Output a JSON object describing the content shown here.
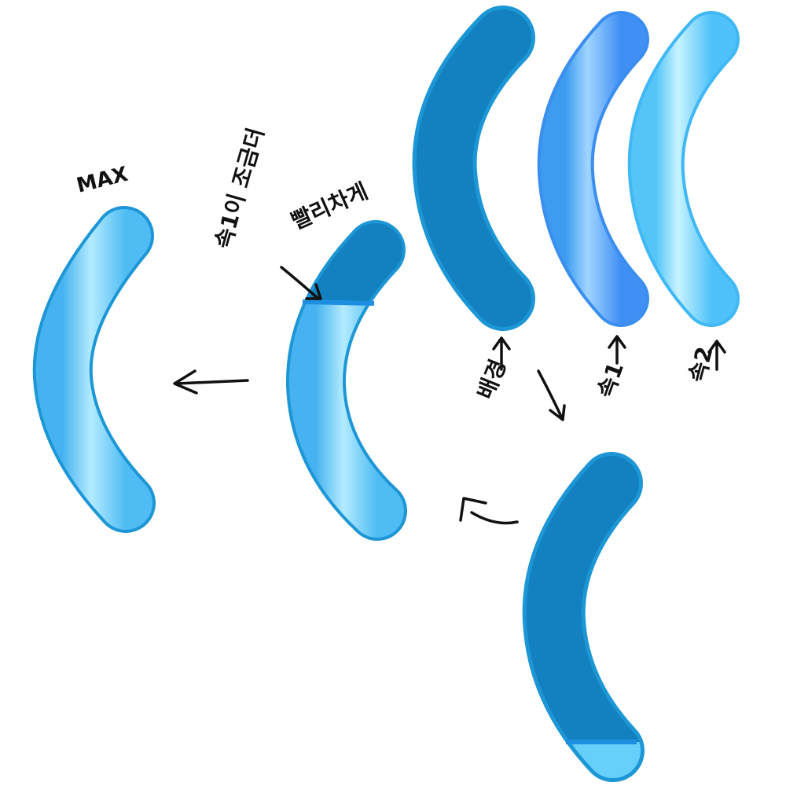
{
  "labels": {
    "max": "MAX",
    "note_line1": "속1이 조금더",
    "note_line2": "빨리차게",
    "background": "배경",
    "fill1": "속1",
    "fill2": "속2"
  },
  "colors": {
    "outline": "#1d96d6",
    "dark_fill": "#1381bf",
    "light_fill": "#5ec3f5",
    "light_highlight": "#b3ebff",
    "mid_fill": "#4aa6f2",
    "mid_highlight": "#a0d4ff",
    "pale_fill": "#66d0fb",
    "pale_highlight": "#c7f3ff",
    "divider": "#1e8fe0",
    "ink": "#111111"
  },
  "gauges": [
    {
      "id": "max",
      "fill_level": 1.0
    },
    {
      "id": "partial",
      "fill_level": 0.78
    },
    {
      "id": "background",
      "fill_level": 0
    },
    {
      "id": "fill1",
      "fill_level": 1.0
    },
    {
      "id": "fill2",
      "fill_level": 1.0
    },
    {
      "id": "start",
      "fill_level": 0.1
    }
  ]
}
